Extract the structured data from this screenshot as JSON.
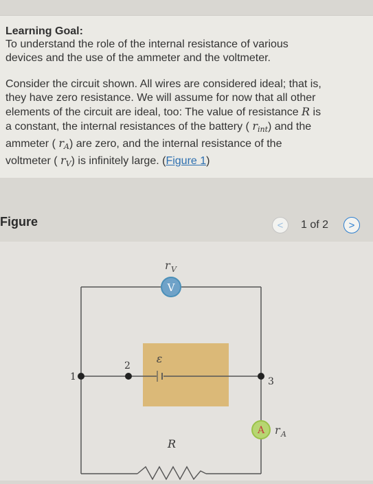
{
  "learning_goal": {
    "title": "Learning Goal:",
    "line1": "To understand the role of the internal resistance of various",
    "line2": "devices and the use of the ammeter and the voltmeter."
  },
  "problem": {
    "line1": "Consider the circuit shown. All wires are considered ideal; that is,",
    "line2": "they have zero resistance. We will assume for now that all other",
    "line3_pre": "elements of the circuit are ideal, too: The value of resistance ",
    "line3_var": "R",
    "line3_post": " is",
    "line4_pre": "a constant, the internal resistances of the battery ( ",
    "line4_var": "r",
    "line4_sub": "int",
    "line4_post": ") and the",
    "line5_pre": "ammeter ( ",
    "line5_var": "r",
    "line5_sub": "A",
    "line5_post": ") are zero, and the internal resistance of the",
    "line6_pre": "voltmeter ( ",
    "line6_var": "r",
    "line6_sub": "V",
    "line6_post": ") is infinitely large. (",
    "figure_link": "Figure 1",
    "line6_end": ")"
  },
  "figure": {
    "title": "Figure",
    "counter": "1 of 2",
    "prev_symbol": "<",
    "next_symbol": ">"
  },
  "circuit": {
    "voltmeter_label": "r",
    "voltmeter_sub": "V",
    "voltmeter_symbol": "V",
    "ammeter_symbol": "A",
    "ammeter_label": "r",
    "ammeter_sub": "A",
    "emf_symbol": "ε",
    "resistor_label": "R",
    "node1": "1",
    "node2": "2",
    "node3": "3",
    "meter_color": "#4a8fb8",
    "ammeter_color": "#9ac24a",
    "battery_box_color": "#d9b266"
  }
}
